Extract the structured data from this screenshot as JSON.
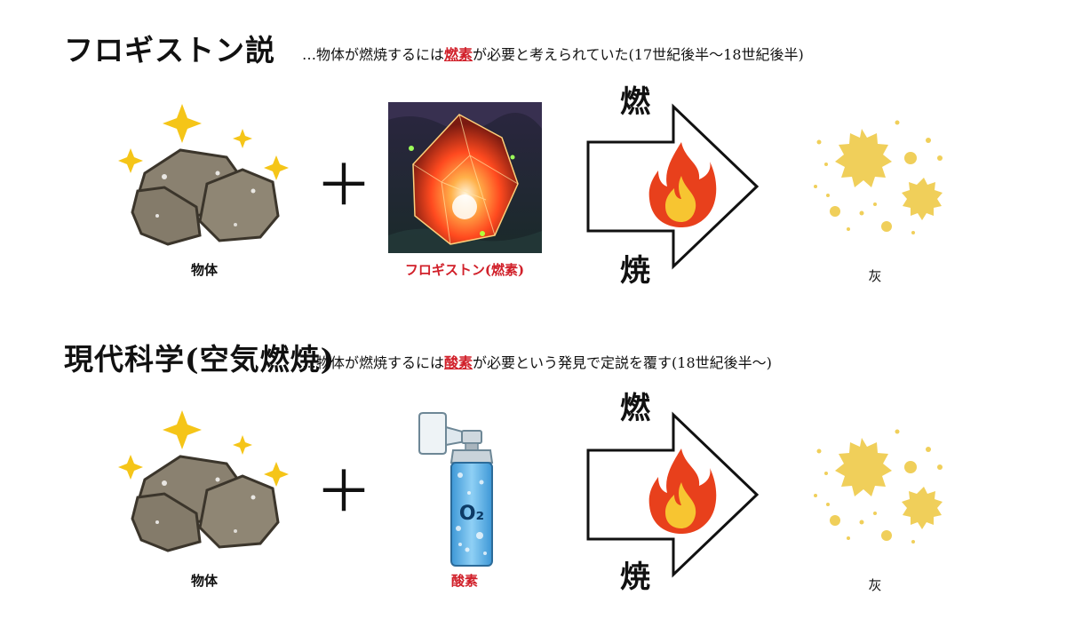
{
  "sections": [
    {
      "title": "フロギストン説",
      "subtitle_pre": "…物体が燃焼するには",
      "subtitle_highlight": "燃素",
      "subtitle_post": "が必要と考えられていた(17世紀後半〜18世紀後半)",
      "object_label": "物体",
      "agent_label": "フロギストン(燃素)",
      "arrow_top": "燃",
      "arrow_bottom": "焼",
      "result_label": "灰"
    },
    {
      "title": "現代科学(空気燃焼)",
      "subtitle_pre": "…物体が燃焼するには",
      "subtitle_highlight": "酸素",
      "subtitle_post": "が必要という発見で定説を覆す(18世紀後半〜)",
      "object_label": "物体",
      "agent_label": "酸素",
      "can_text": "O₂",
      "arrow_top": "燃",
      "arrow_bottom": "焼",
      "result_label": "灰"
    }
  ],
  "plus_sign": "＋",
  "colors": {
    "highlight_red": "#d1202a",
    "rock": "#8a8170",
    "sparkle": "#f5c518",
    "fire_outer": "#e8401c",
    "fire_inner": "#f7c531",
    "ash": "#f0cf5a",
    "crystal": "#ff6a2a",
    "can_blue": "#5ab3e8"
  },
  "icons": {
    "object": "rock-icon",
    "phlogiston": "crystal-icon",
    "oxygen": "oxygen-can-icon",
    "fire": "fire-icon",
    "ash": "ash-icon",
    "sparkle": "sparkle-icon"
  }
}
